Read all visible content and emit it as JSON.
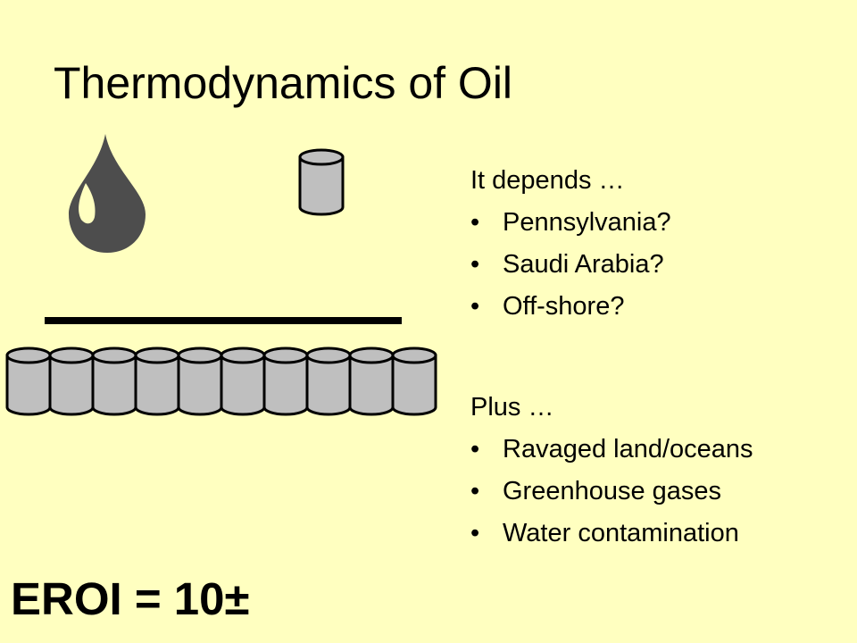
{
  "slide": {
    "title": "Thermodynamics of Oil",
    "intro_1": "It depends …",
    "list_1": [
      "Pennsylvania?",
      "Saudi Arabia?",
      "Off-shore?"
    ],
    "intro_2": "Plus …",
    "list_2": [
      "Ravaged land/oceans",
      "Greenhouse gases",
      "Water contamination"
    ],
    "bullet_glyph": "•",
    "eroi": "EROI = 10±"
  },
  "figure": {
    "icons": [
      "oil-drop-icon",
      "barrel-icon",
      "fraction-bar",
      "barrel-row"
    ],
    "barrel_count_numerator": 1,
    "barrel_count_denominator": 10,
    "colors": {
      "background": "#FFFFC0",
      "barrel_fill": "#BFBFBF",
      "drop_fill": "#4D4D4D",
      "outline": "#000000"
    }
  }
}
